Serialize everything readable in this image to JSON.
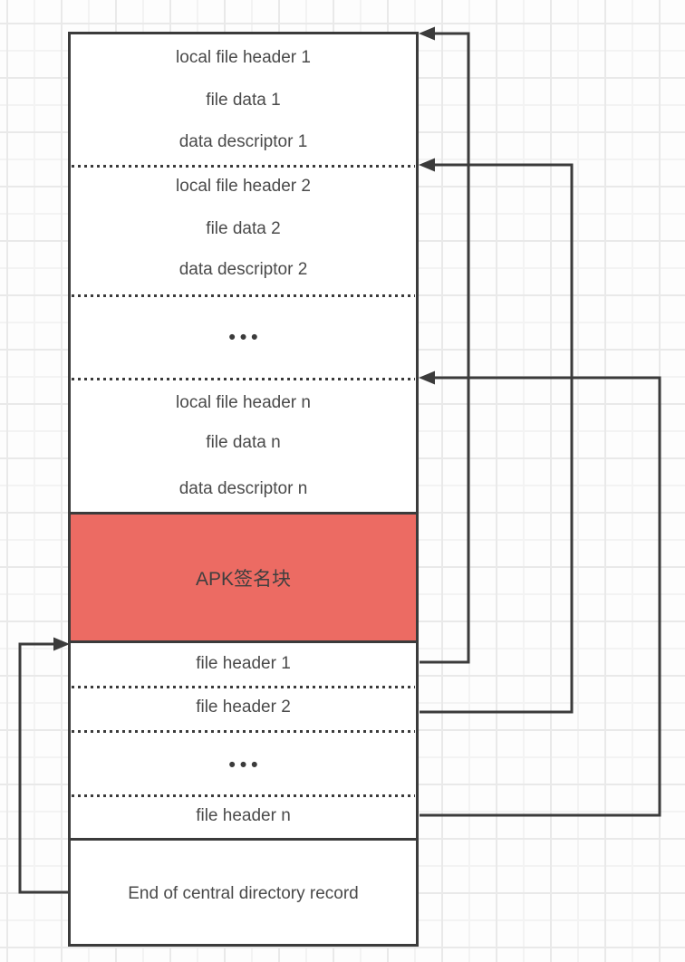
{
  "colors": {
    "line": "#3b3b3b",
    "text": "#4a4a4a",
    "apk_block_fill": "#ec6b63",
    "box_fill": "#ffffff",
    "grid_line": "#e9e9e9"
  },
  "diagram": {
    "local_entries": [
      {
        "header": "local file header 1",
        "data": "file data 1",
        "descriptor": "data descriptor 1"
      },
      {
        "header": "local file header 2",
        "data": "file data 2",
        "descriptor": "data descriptor 2"
      },
      {
        "header": "local file header n",
        "data": "file data n",
        "descriptor": "data descriptor n"
      }
    ],
    "ellipsis": "•••",
    "apk_signing_block": {
      "label": "APK签名块"
    },
    "central_directory": {
      "file_headers": [
        "file header 1",
        "file header 2",
        "file header n"
      ],
      "ellipsis": "•••"
    },
    "eocd": {
      "label": "End of central directory record"
    }
  }
}
